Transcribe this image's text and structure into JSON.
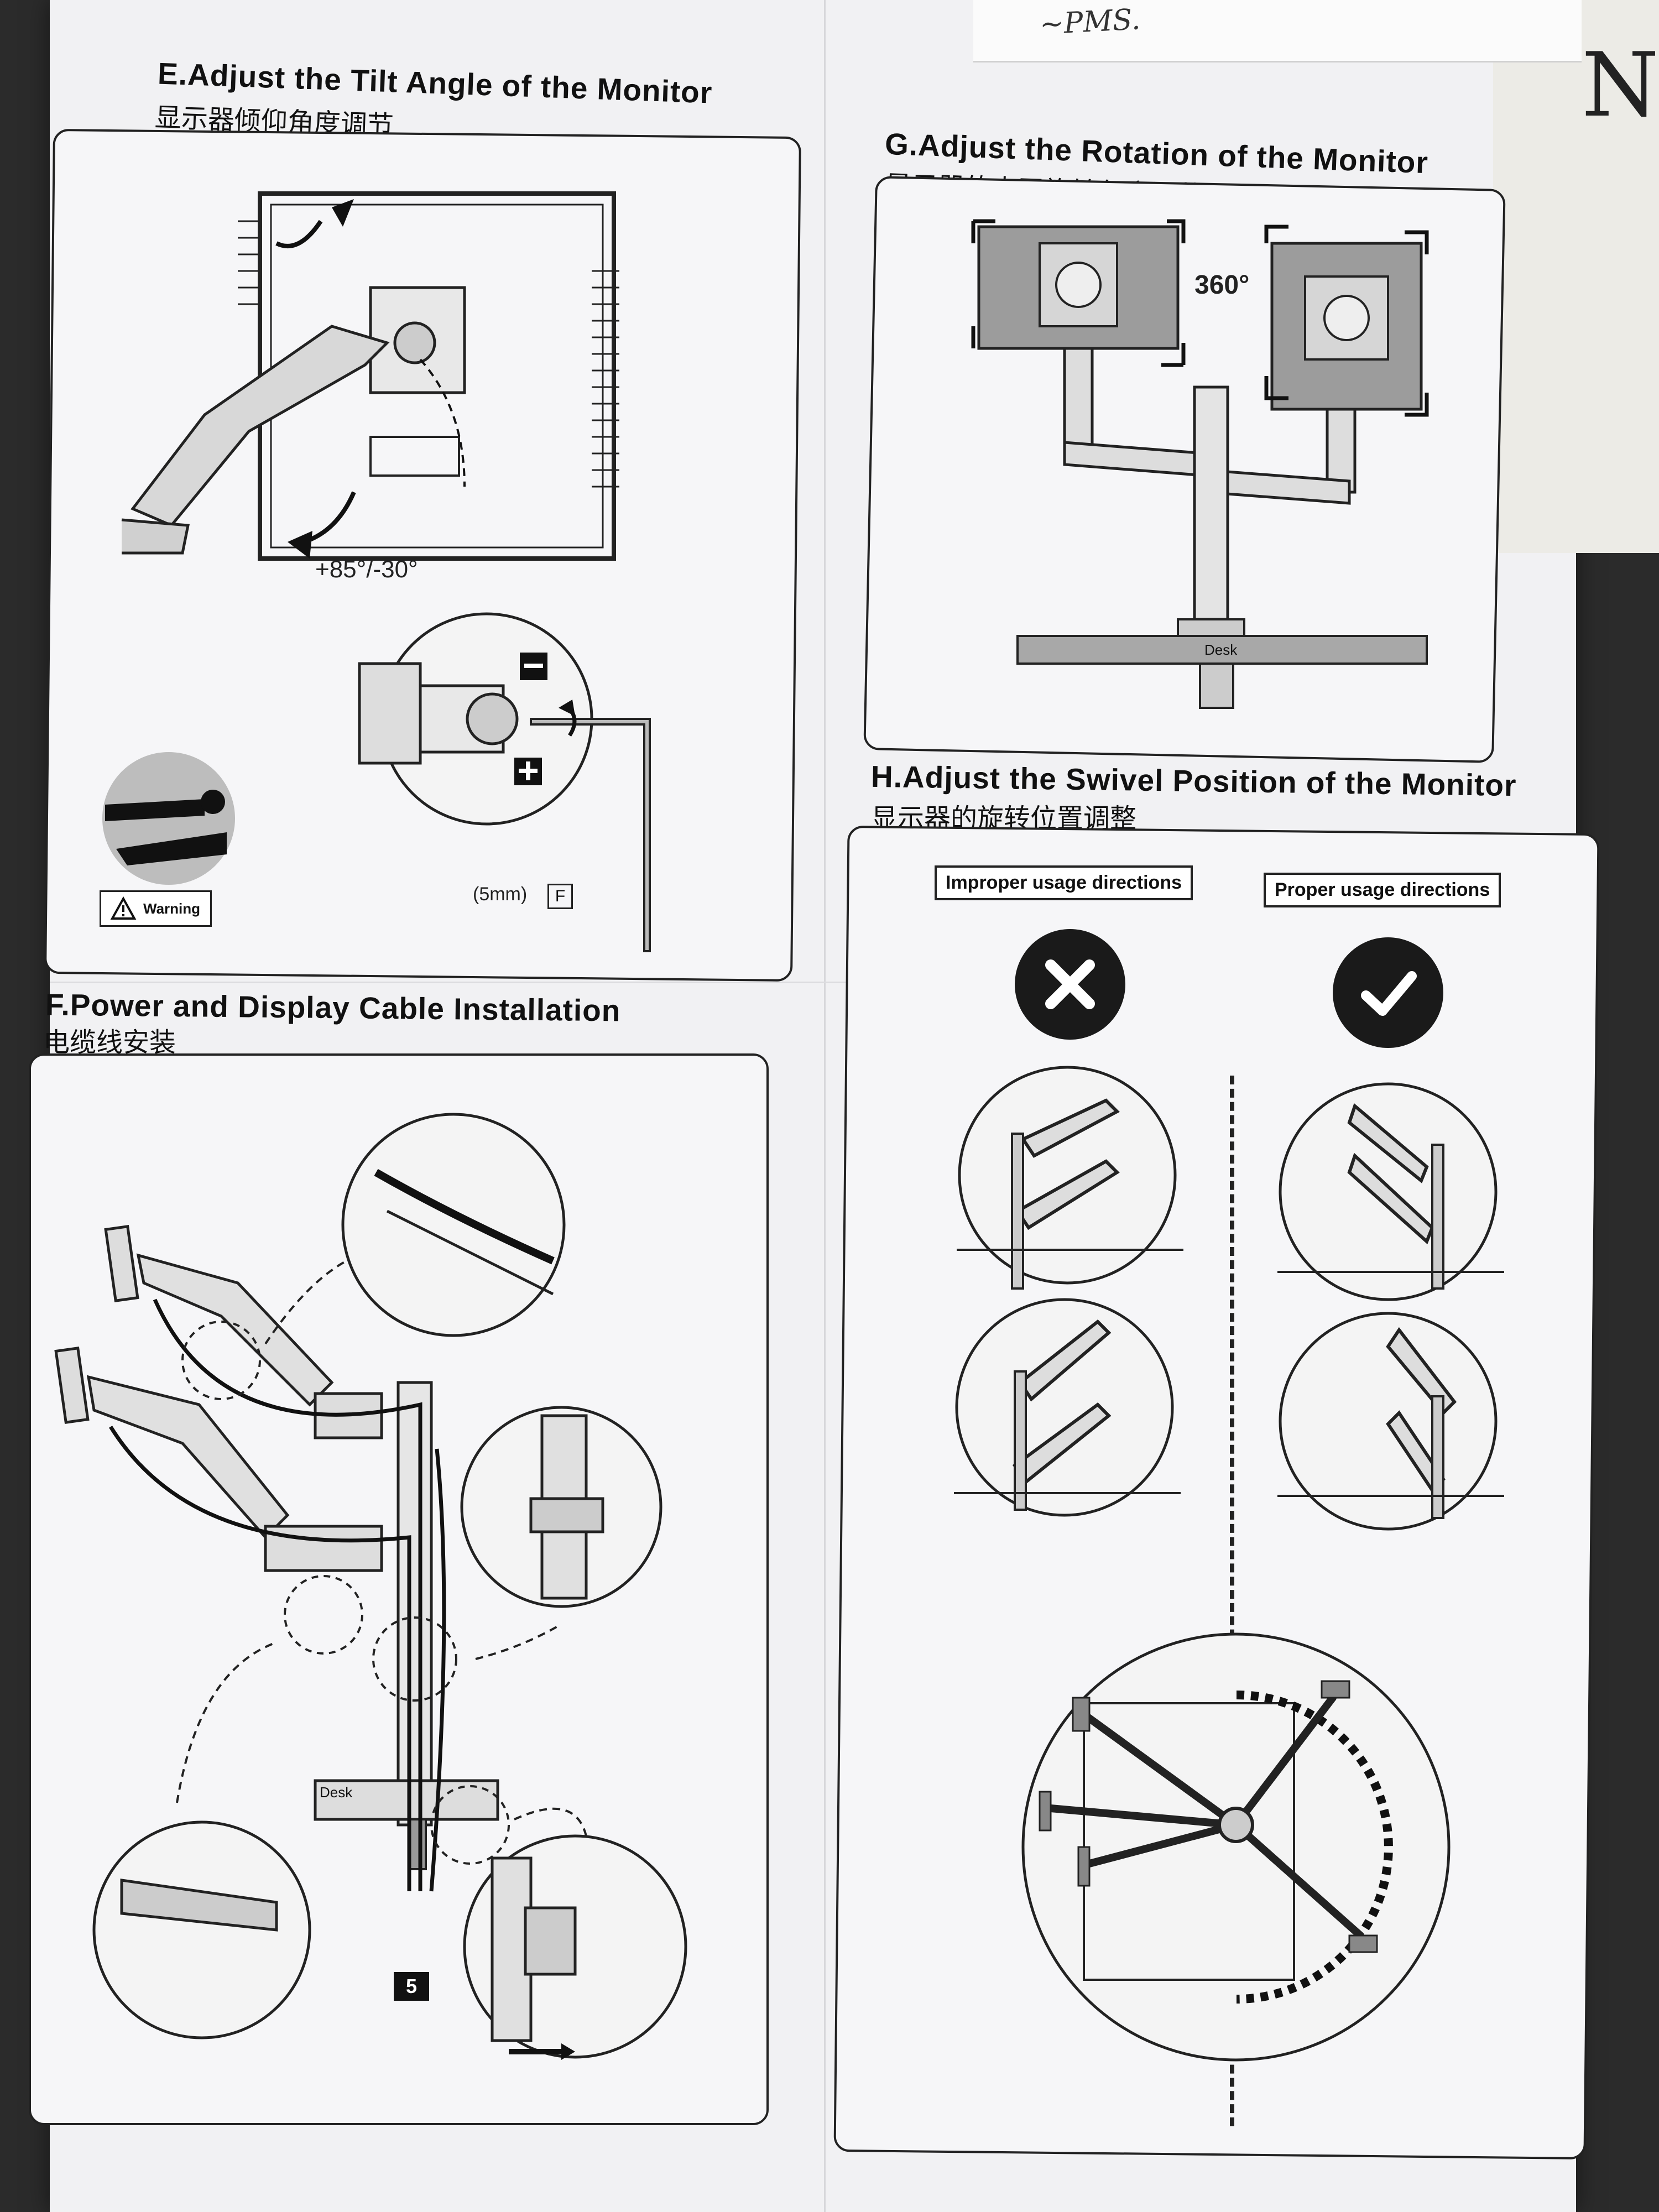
{
  "background_note": {
    "handwriting": "~PMS.",
    "big_letter": "N"
  },
  "sections": {
    "e": {
      "title": "E.Adjust the Tilt Angle of the Monitor",
      "subtitle": "显示器倾仰角度调节",
      "tilt_range": "+85°/-30°",
      "tool_label": "(5mm)",
      "tool_letter": "F",
      "warning_label": "Warning"
    },
    "f": {
      "title": "F.Power and Display Cable Installation",
      "subtitle": "电缆线安装",
      "desk_label": "Desk",
      "step_badge": "5"
    },
    "g": {
      "title": "G.Adjust the Rotation of the Monitor",
      "subtitle": "显示器的水平旋转角度调节",
      "rotation": "360°",
      "desk_label": "Desk"
    },
    "h": {
      "title": "H.Adjust the Swivel Position of the Monitor",
      "subtitle": "显示器的旋转位置调整",
      "improper_label": "Improper usage directions",
      "proper_label": "Proper usage directions"
    }
  },
  "colors": {
    "ink": "#111111",
    "paper": "#f1f1f3",
    "panel": "#f6f6f8"
  },
  "icons": [
    "cross-icon",
    "check-icon",
    "warning-triangle-icon",
    "rotate-arrow-icon",
    "minus-icon",
    "plus-icon"
  ]
}
